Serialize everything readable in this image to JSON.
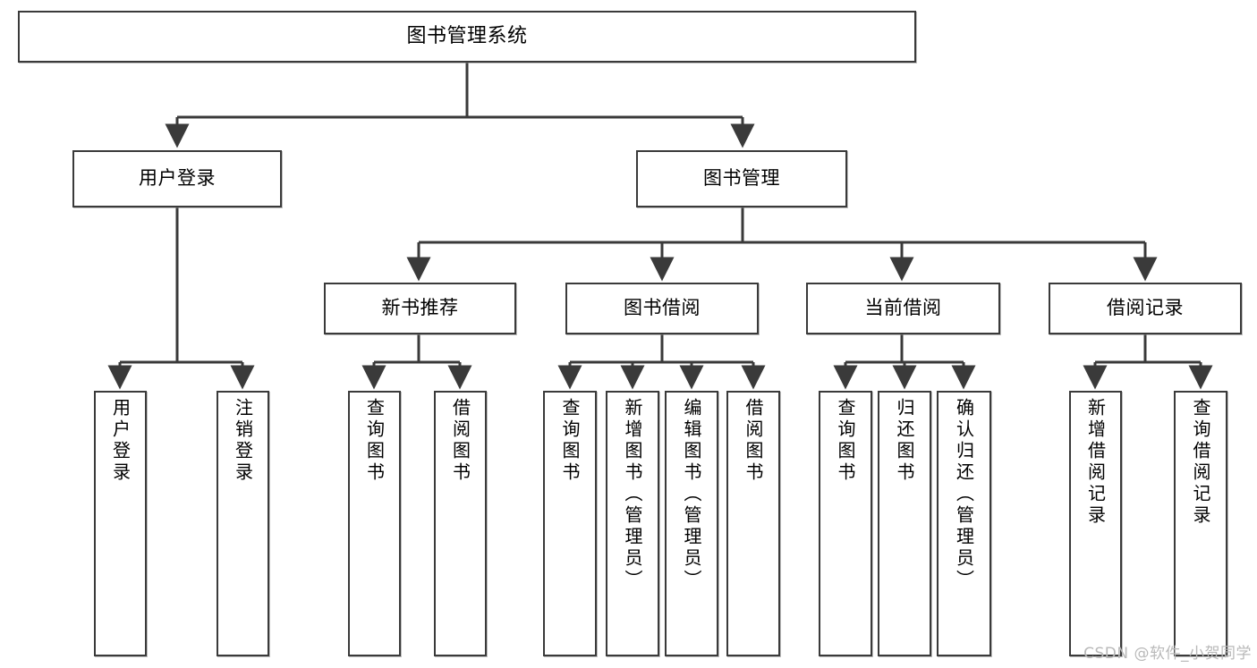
{
  "diagram": {
    "type": "tree",
    "title": "图书管理系统",
    "watermark": "CSDN @软件_小贺同学",
    "colors": {
      "box_border": "#3a3a3a",
      "box_fill": "#ffffff",
      "edge": "#3a3a3a",
      "text": "#000000",
      "watermark": "#b9b9b9"
    },
    "levels": {
      "root": "图书管理系统",
      "level2": [
        "用户登录",
        "图书管理"
      ],
      "level3": [
        "新书推荐",
        "图书借阅",
        "当前借阅",
        "借阅记录"
      ]
    },
    "nodes": {
      "root": {
        "label": "图书管理系统"
      },
      "user_login": {
        "label": "用户登录"
      },
      "book_mgmt": {
        "label": "图书管理"
      },
      "new_book_rec": {
        "label": "新书推荐"
      },
      "book_borrow": {
        "label": "图书借阅"
      },
      "current_borrow": {
        "label": "当前借阅"
      },
      "borrow_record": {
        "label": "借阅记录"
      },
      "leaf_user_login": {
        "label": "用户登录"
      },
      "leaf_logout": {
        "label": "注销登录"
      },
      "leaf_query_book_1": {
        "label": "查询图书"
      },
      "leaf_borrow_book_1": {
        "label": "借阅图书"
      },
      "leaf_query_book_2": {
        "label": "查询图书"
      },
      "leaf_add_book": {
        "label": "新增图书（管理员）"
      },
      "leaf_edit_book": {
        "label": "编辑图书（管理员）"
      },
      "leaf_borrow_book_2": {
        "label": "借阅图书"
      },
      "leaf_query_book_3": {
        "label": "查询图书"
      },
      "leaf_return_book": {
        "label": "归还图书"
      },
      "leaf_confirm_return": {
        "label": "确认归还（管理员）"
      },
      "leaf_add_record": {
        "label": "新增借阅记录"
      },
      "leaf_query_record": {
        "label": "查询借阅记录"
      }
    },
    "edges": [
      {
        "from": "root",
        "to": "user_login"
      },
      {
        "from": "root",
        "to": "book_mgmt"
      },
      {
        "from": "user_login",
        "to": "leaf_user_login"
      },
      {
        "from": "user_login",
        "to": "leaf_logout"
      },
      {
        "from": "book_mgmt",
        "to": "new_book_rec"
      },
      {
        "from": "book_mgmt",
        "to": "book_borrow"
      },
      {
        "from": "book_mgmt",
        "to": "current_borrow"
      },
      {
        "from": "book_mgmt",
        "to": "borrow_record"
      },
      {
        "from": "new_book_rec",
        "to": "leaf_query_book_1"
      },
      {
        "from": "new_book_rec",
        "to": "leaf_borrow_book_1"
      },
      {
        "from": "book_borrow",
        "to": "leaf_query_book_2"
      },
      {
        "from": "book_borrow",
        "to": "leaf_add_book"
      },
      {
        "from": "book_borrow",
        "to": "leaf_edit_book"
      },
      {
        "from": "book_borrow",
        "to": "leaf_borrow_book_2"
      },
      {
        "from": "current_borrow",
        "to": "leaf_query_book_3"
      },
      {
        "from": "current_borrow",
        "to": "leaf_return_book"
      },
      {
        "from": "current_borrow",
        "to": "leaf_confirm_return"
      },
      {
        "from": "borrow_record",
        "to": "leaf_add_record"
      },
      {
        "from": "borrow_record",
        "to": "leaf_query_record"
      }
    ]
  }
}
